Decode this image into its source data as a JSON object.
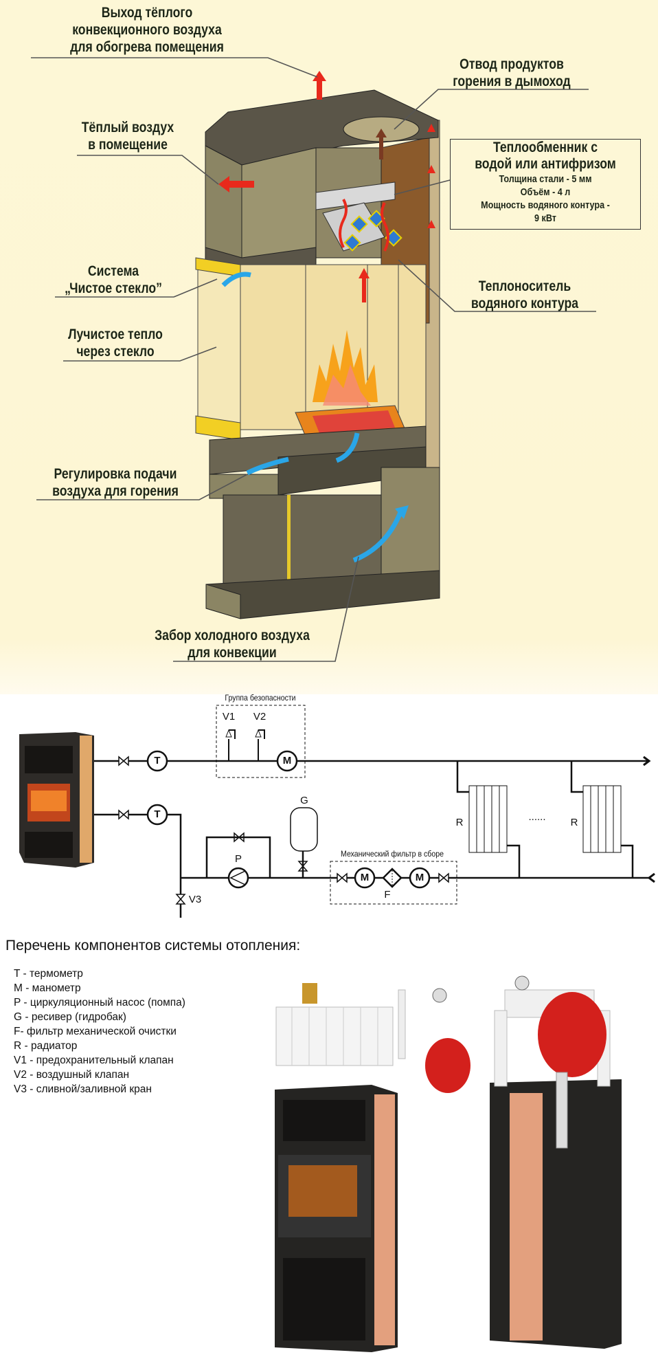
{
  "cutaway": {
    "labels": {
      "warm_air_outlet": [
        "Выход тёплого",
        "конвекционного воздуха",
        "для обогрева помещения"
      ],
      "flue_gases": [
        "Отвод продуктов",
        "горения в дымоход"
      ],
      "warm_air_room": [
        "Тёплый воздух",
        "в помещение"
      ],
      "clean_glass": [
        "Система",
        "„Чистое стекло”"
      ],
      "radiant_heat": [
        "Лучистое тепло",
        "через стекло"
      ],
      "coolant": [
        "Теплоноситель",
        "водяного контура"
      ],
      "air_regulation": [
        "Регулировка подачи",
        "воздуха для горения"
      ],
      "cold_air_intake": [
        "Забор холодного воздуха",
        "для конвекции"
      ]
    },
    "heat_exchanger_box": {
      "title": [
        "Теплообменник с",
        "водой или антифризом"
      ],
      "specs": [
        "Толщина стали - 5 мм",
        "Объём - 4 л",
        "Мощность водяного контура -",
        "9 кВт"
      ]
    },
    "colors": {
      "background": "#fdf7d6",
      "hot_air": "#e8291c",
      "cold_air": "#2aa6e8",
      "body": "#8b8564",
      "dark": "#55503f",
      "flame": "#f7a21b"
    }
  },
  "schematic": {
    "safety_group": "Группа безопасности",
    "filter_group": "Механический фильтр в сборе",
    "symbols": {
      "T": "T",
      "M": "M",
      "P": "P",
      "G": "G",
      "F": "F",
      "R": "R",
      "V1": "V1",
      "V2": "V2",
      "V3": "V3",
      "dots": "......"
    }
  },
  "legend": {
    "heading": "Перечень компонентов системы отопления:",
    "items": [
      "T - термометр",
      "M - манометр",
      "P - циркуляционный насос (помпа)",
      "G - ресивер (гидробак)",
      "F- фильтр механической очистки",
      "R - радиатор",
      "V1 - предохранительный клапан",
      "V2 - воздушный клапан",
      "V3 - сливной/заливной кран"
    ]
  }
}
